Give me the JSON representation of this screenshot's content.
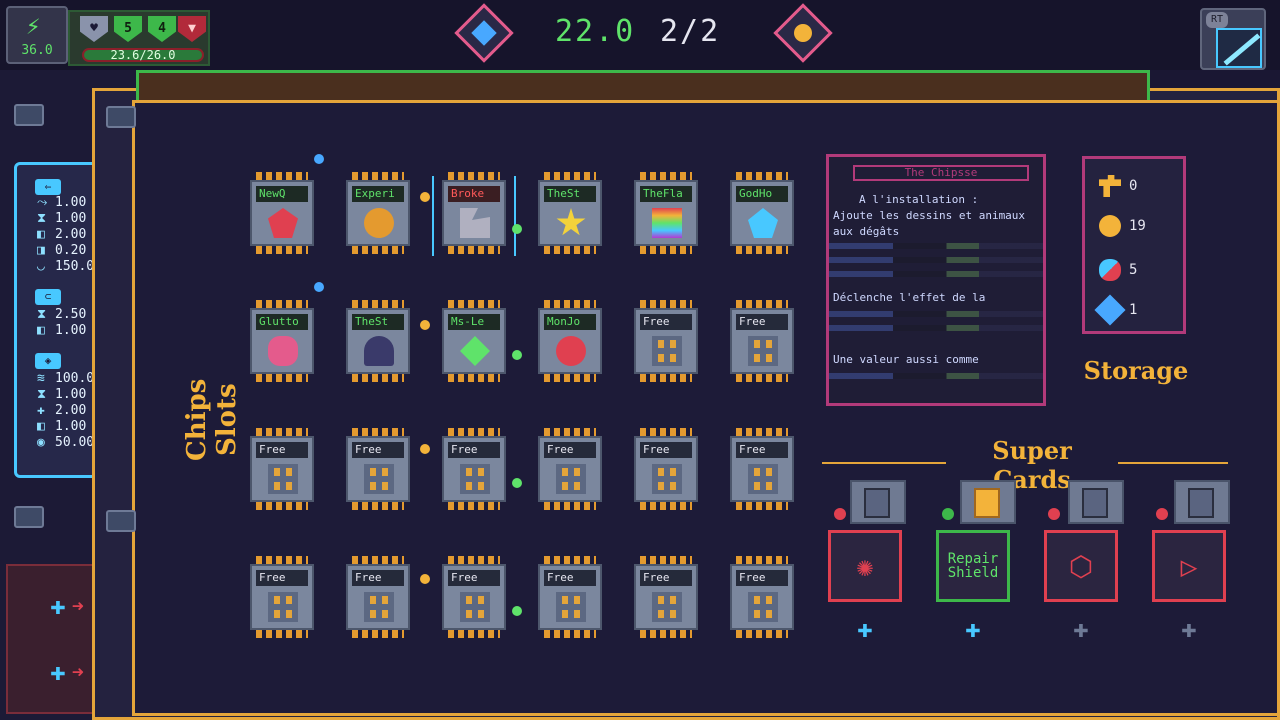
{
  "hud": {
    "energy": "36.0",
    "shields": [
      {
        "icon": "heart-shield-icon",
        "value": "",
        "color": "#8a93ab"
      },
      {
        "icon": "green-shield-icon",
        "value": "5",
        "color": "#3db84a"
      },
      {
        "icon": "green-shield-icon",
        "value": "4",
        "color": "#3db84a"
      },
      {
        "icon": "red-shield-icon",
        "value": "",
        "color": "#b22a3a"
      }
    ],
    "hp": "23.6/26.0",
    "timer": "22.0",
    "wave": "2/2",
    "rt_label": "RT"
  },
  "stats": {
    "group1": [
      {
        "icon": "rate-icon",
        "value": "1.00"
      },
      {
        "icon": "hourglass-icon",
        "value": "1.00"
      },
      {
        "icon": "damage-icon",
        "value": "2.00"
      },
      {
        "icon": "pierce-icon",
        "value": "0.20"
      },
      {
        "icon": "range-icon",
        "value": "150.0"
      }
    ],
    "group2": [
      {
        "icon": "hourglass-icon",
        "value": "2.50"
      },
      {
        "icon": "damage-icon",
        "value": "1.00"
      }
    ],
    "group3": [
      {
        "icon": "speed-icon",
        "value": "100.0"
      },
      {
        "icon": "hourglass-icon",
        "value": "1.00"
      },
      {
        "icon": "heal-icon",
        "value": "2.00"
      },
      {
        "icon": "damage-icon",
        "value": "1.00"
      },
      {
        "icon": "coin-icon",
        "value": "50.00"
      }
    ]
  },
  "chips_title": "Chips Slots",
  "chips": [
    [
      {
        "label": "NewQ",
        "state": "filled",
        "icon": "bug-icon",
        "color": "#e04050"
      },
      {
        "label": "Experi",
        "state": "filled",
        "icon": "critter-icon",
        "color": "#e49a2f"
      },
      {
        "label": "Broke",
        "state": "broken",
        "icon": "broken-chip-icon",
        "color": "#b0b0c0"
      },
      {
        "label": "TheSt",
        "state": "filled",
        "icon": "star-icon",
        "color": "#f3d23a"
      },
      {
        "label": "TheFla",
        "state": "filled",
        "icon": "rainbow-icon",
        "color": "#e45bd0"
      },
      {
        "label": "GodHo",
        "state": "filled",
        "icon": "angel-icon",
        "color": "#48c8ff"
      }
    ],
    [
      {
        "label": "Glutto",
        "state": "filled",
        "icon": "pig-icon",
        "color": "#e45b8c"
      },
      {
        "label": "TheSt",
        "state": "filled",
        "icon": "spider-icon",
        "color": "#3a3a6a"
      },
      {
        "label": "Ms-Le",
        "state": "filled",
        "icon": "leaf-icon",
        "color": "#5fe36a"
      },
      {
        "label": "MonJo",
        "state": "filled",
        "icon": "face-icon",
        "color": "#e04050"
      },
      {
        "label": "Free",
        "state": "free",
        "icon": "empty-chip-icon",
        "color": ""
      },
      {
        "label": "Free",
        "state": "free",
        "icon": "empty-chip-icon",
        "color": ""
      }
    ],
    [
      {
        "label": "Free",
        "state": "free",
        "icon": "empty-chip-icon",
        "color": ""
      },
      {
        "label": "Free",
        "state": "free",
        "icon": "empty-chip-icon",
        "color": ""
      },
      {
        "label": "Free",
        "state": "free",
        "icon": "empty-chip-icon",
        "color": ""
      },
      {
        "label": "Free",
        "state": "free",
        "icon": "empty-chip-icon",
        "color": ""
      },
      {
        "label": "Free",
        "state": "free",
        "icon": "empty-chip-icon",
        "color": ""
      },
      {
        "label": "Free",
        "state": "free",
        "icon": "empty-chip-icon",
        "color": ""
      }
    ],
    [
      {
        "label": "Free",
        "state": "free",
        "icon": "empty-chip-icon",
        "color": ""
      },
      {
        "label": "Free",
        "state": "free",
        "icon": "empty-chip-icon",
        "color": ""
      },
      {
        "label": "Free",
        "state": "free",
        "icon": "empty-chip-icon",
        "color": ""
      },
      {
        "label": "Free",
        "state": "free",
        "icon": "empty-chip-icon",
        "color": ""
      },
      {
        "label": "Free",
        "state": "free",
        "icon": "empty-chip-icon",
        "color": ""
      },
      {
        "label": "Free",
        "state": "free",
        "icon": "empty-chip-icon",
        "color": ""
      }
    ]
  ],
  "info_panel": {
    "header": "The Chipsse",
    "lines": [
      "A l'installation :",
      "Ajoute les dessins et animaux",
      "aux dégâts",
      "Déclenche l'effet de la",
      "Une valeur aussi comme"
    ]
  },
  "storage": {
    "title": "Storage",
    "items": [
      {
        "icon": "key-icon",
        "value": "0",
        "color": "#f3b33a"
      },
      {
        "icon": "coin-icon",
        "value": "19",
        "color": "#f3b33a"
      },
      {
        "icon": "capsule-icon",
        "value": "5",
        "color": "#48c8ff"
      },
      {
        "icon": "crystal-icon",
        "value": "1",
        "color": "#48a8ff"
      }
    ]
  },
  "super_cards": {
    "title": "Super Cards",
    "slots": [
      {
        "icon": "gear-virus-icon",
        "label": "",
        "active": false,
        "filled": false
      },
      {
        "icon": "repair-shield-icon",
        "label": "Repair Shield",
        "active": true,
        "filled": true
      },
      {
        "icon": "cube-icon",
        "label": "",
        "active": false,
        "filled": false
      },
      {
        "icon": "play-icon",
        "label": "",
        "active": false,
        "filled": false
      }
    ]
  }
}
